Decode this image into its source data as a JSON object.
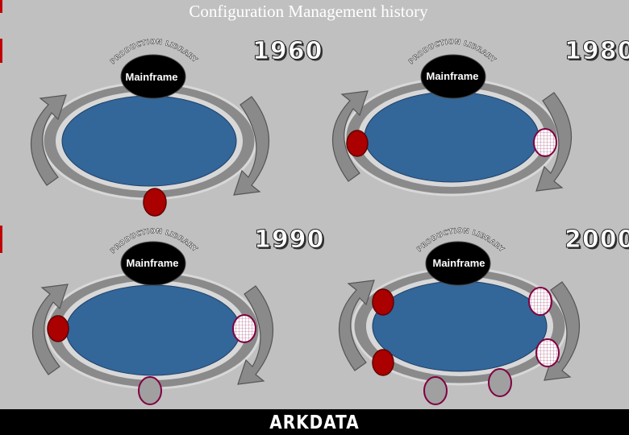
{
  "title": "Configuration Management history",
  "footer": {
    "brand": "ARKDATA"
  },
  "colors": {
    "pool": "#336699",
    "ring": "#8a8a8a",
    "ring_light": "#d8d8d8",
    "mainframe": "#000000",
    "node_dark": "#aa0000",
    "node_outline": "#800040",
    "node_grid": "#ffffff",
    "node_gray": "#a0a0a0"
  },
  "panels": [
    {
      "year": "1960",
      "arc_label": "PRODUCTION LIBRARY",
      "mainframe_label": "Mainframe"
    },
    {
      "year": "1980",
      "arc_label": "PRODUCTION LIBRARY",
      "mainframe_label": "Mainframe"
    },
    {
      "year": "1990",
      "arc_label": "PRODUCTION LIBRARY",
      "mainframe_label": "Mainframe"
    },
    {
      "year": "2000",
      "arc_label": "PRODUCTION LIBRARY",
      "mainframe_label": "Mainframe"
    }
  ]
}
